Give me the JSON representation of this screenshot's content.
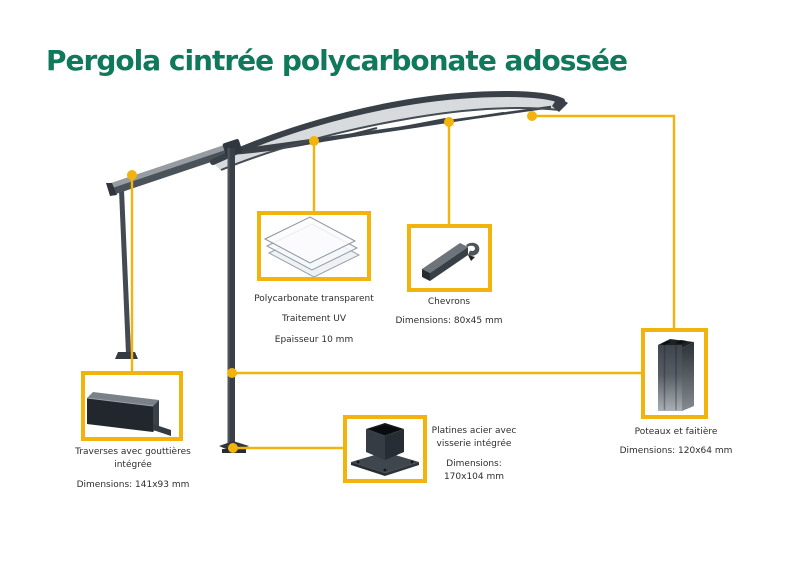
{
  "title": "Pergola cintrée polycarbonate adossée",
  "colors": {
    "accent_yellow": "#F2B30D",
    "title_green": "#11795B",
    "frame_gray": "#3C434A"
  },
  "callouts": {
    "polycarbonate": {
      "lines": [
        "Polycarbonate transparent",
        "Traitement UV",
        "Epaisseur 10 mm"
      ]
    },
    "chevrons": {
      "lines": [
        "Chevrons",
        "Dimensions: 80x45 mm"
      ]
    },
    "traverses": {
      "lines": [
        "Traverses avec gouttières",
        "intégrée",
        "Dimensions: 141x93 mm"
      ]
    },
    "platines": {
      "lines": [
        "Platines acier avec",
        "visserie intégrée",
        "Dimensions:",
        "170x104 mm"
      ]
    },
    "poteaux": {
      "lines": [
        "Poteaux et faitière",
        "Dimensions: 120x64 mm"
      ]
    }
  }
}
